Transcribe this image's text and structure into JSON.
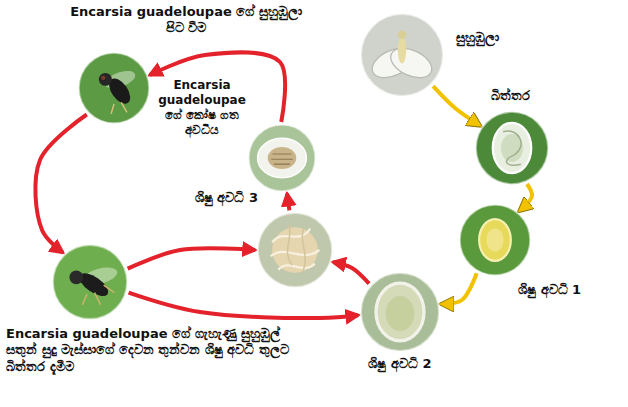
{
  "diagram": {
    "nodes": [
      {
        "text": [
          "සුහුඹුලා"
        ]
      },
      {
        "text": [
          "බිත්තර"
        ]
      },
      {
        "text": [
          "ශිෂු අවධි 1"
        ]
      },
      {
        "text": [
          "ශිෂු අවධි 2"
        ]
      },
      {
        "text": [
          "ශිෂු අවධි 3"
        ]
      },
      {
        "text": [
          "Encarsia guadeloupae ගේ කෝෂ ගත අවධිය"
        ]
      },
      {
        "text": [
          "Encarsia guadeloupae ගේ සුහුඹුලා පිට වීම"
        ]
      },
      {
        "text": [
          "Encarsia guadeloupae ගේ ගැහැණු සුහුඹුල් සතුන් සුදු මැස්සාගේ දෙවන තුන්වන ශිෂු අවධි තුලට බිත්තර දැමීම"
        ]
      }
    ],
    "edges": [
      {
        "from": 0,
        "to": 1,
        "arrow": "to"
      },
      {
        "from": 1,
        "to": 2,
        "arrow": "to"
      },
      {
        "from": 2,
        "to": 3,
        "arrow": "to"
      },
      {
        "from": 3,
        "to": 4,
        "arrow": "to"
      },
      {
        "from": 4,
        "to": 5,
        "arrow": "to"
      },
      {
        "from": 5,
        "to": 6,
        "arrow": "to"
      },
      {
        "from": 6,
        "to": 7,
        "arrow": "to"
      },
      {
        "from": 7,
        "to": 4,
        "arrow": "to"
      },
      {
        "from": 7,
        "to": 3,
        "arrow": "to"
      }
    ]
  }
}
